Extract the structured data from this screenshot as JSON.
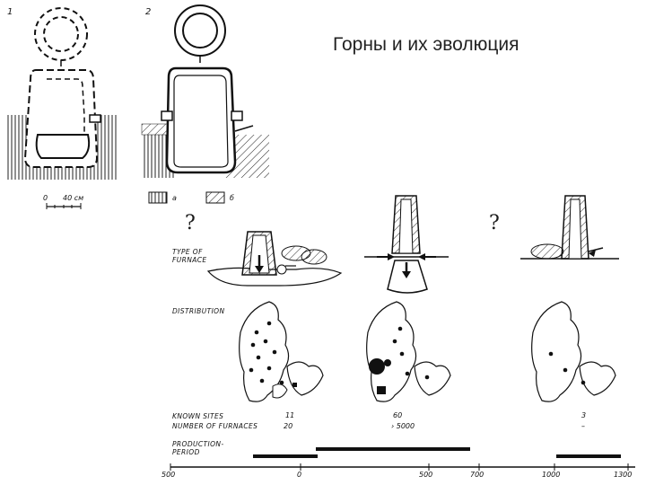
{
  "slide": {
    "title": "Горны и их эволюция"
  },
  "figure_left": {
    "panel1_number": "1",
    "panel2_number": "2",
    "scale_zero": "0",
    "scale_value": "40 см",
    "legend_a": "а",
    "legend_b": "б"
  },
  "figure_right": {
    "question_marks": [
      "?",
      "?"
    ],
    "row_labels": {
      "type_line1": "TYPE OF",
      "type_line2": "FURNACE",
      "distribution": "DISTRIBUTION",
      "known_sites": "KNOWN SITES",
      "number_of_furnaces": "NUMBER OF FURNACES",
      "production_line1": "PRODUCTION-",
      "production_line2": "PERIOD"
    },
    "columns": [
      {
        "known_sites": "11",
        "furnaces": "20"
      },
      {
        "known_sites": "60",
        "furnaces": "› 5000"
      },
      {
        "known_sites": "3",
        "furnaces": "–"
      }
    ],
    "timeline_ticks": [
      "500",
      "0",
      "500",
      "700",
      "1000",
      "1300"
    ],
    "colors": {
      "ink": "#111111",
      "fill": "#ffffff"
    }
  }
}
